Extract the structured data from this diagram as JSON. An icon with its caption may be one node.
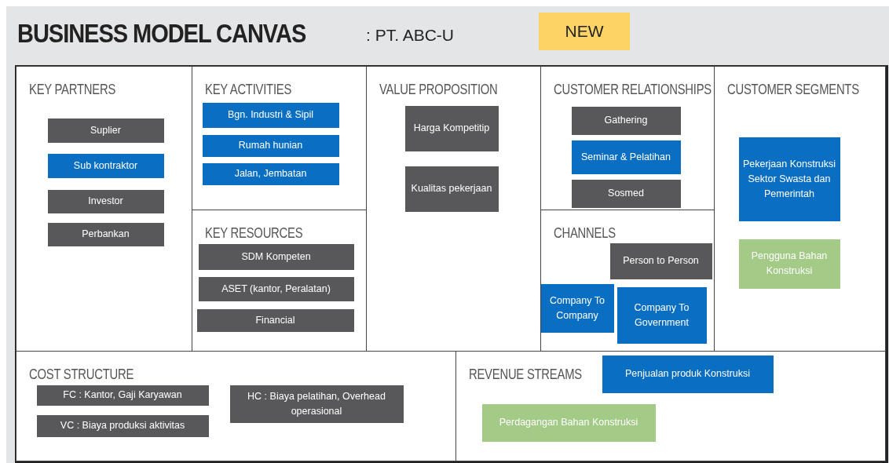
{
  "diagram": {
    "title": "BUSINESS MODEL CANVAS",
    "nodes": [
      {
        "text": [
          "NEW"
        ]
      },
      {
        "text": [
          "KEY PARTNERS"
        ]
      },
      {
        "text": [
          "Suplier"
        ],
        "in": 1
      },
      {
        "text": [
          "Sub kontraktor"
        ],
        "in": 1
      },
      {
        "text": [
          "Investor"
        ],
        "in": 1
      },
      {
        "text": [
          "Perbankan"
        ],
        "in": 1
      },
      {
        "text": [
          "KEY ACTIVITIES"
        ]
      },
      {
        "text": [
          "Bgn. Industri & Sipil"
        ],
        "in": 6
      },
      {
        "text": [
          "Rumah hunian"
        ],
        "in": 6
      },
      {
        "text": [
          "Jalan, Jembatan"
        ],
        "in": 6
      },
      {
        "text": [
          "KEY RESOURCES"
        ]
      },
      {
        "text": [
          "SDM Kompeten"
        ],
        "in": 10
      },
      {
        "text": [
          "ASET (kantor, Peralatan)"
        ],
        "in": 10
      },
      {
        "text": [
          "Financial"
        ],
        "in": 10
      },
      {
        "text": [
          "VALUE PROPOSITION"
        ]
      },
      {
        "text": [
          "Harga Kompetitip"
        ],
        "in": 14
      },
      {
        "text": [
          "Kualitas pekerjaan"
        ],
        "in": 14
      },
      {
        "text": [
          "CUSTOMER RELATIONSHIPS"
        ]
      },
      {
        "text": [
          "Gathering"
        ],
        "in": 17
      },
      {
        "text": [
          "Seminar & Pelatihan"
        ],
        "in": 17
      },
      {
        "text": [
          "Sosmed"
        ],
        "in": 17
      },
      {
        "text": [
          "CHANNELS"
        ]
      },
      {
        "text": [
          "Person to Person"
        ],
        "in": 21
      },
      {
        "text": [
          "Company To Company"
        ],
        "in": 21
      },
      {
        "text": [
          "Company To Government"
        ],
        "in": 21
      },
      {
        "text": [
          "CUSTOMER SEGMENTS"
        ]
      },
      {
        "text": [
          "Pekerjaan Konstruksi Sektor Swasta dan Pemerintah"
        ],
        "in": 25
      },
      {
        "text": [
          "Pengguna Bahan Konstruksi"
        ],
        "in": 25
      },
      {
        "text": [
          "COST STRUCTURE"
        ]
      },
      {
        "text": [
          "FC : Kantor, Gaji Karyawan"
        ],
        "in": 28
      },
      {
        "text": [
          "VC : Biaya produksi aktivitas"
        ],
        "in": 28
      },
      {
        "text": [
          "HC : Biaya pelatihan, Overhead operasional"
        ],
        "in": 28
      },
      {
        "text": [
          "REVENUE STREAMS"
        ]
      },
      {
        "text": [
          "Penjualan produk Konstruksi"
        ],
        "in": 32
      },
      {
        "text": [
          "Perdagangan Bahan Konstruksi"
        ],
        "in": 32
      }
    ],
    "edges": [],
    "labels": [
      ": PT. ABC-U"
    ]
  }
}
